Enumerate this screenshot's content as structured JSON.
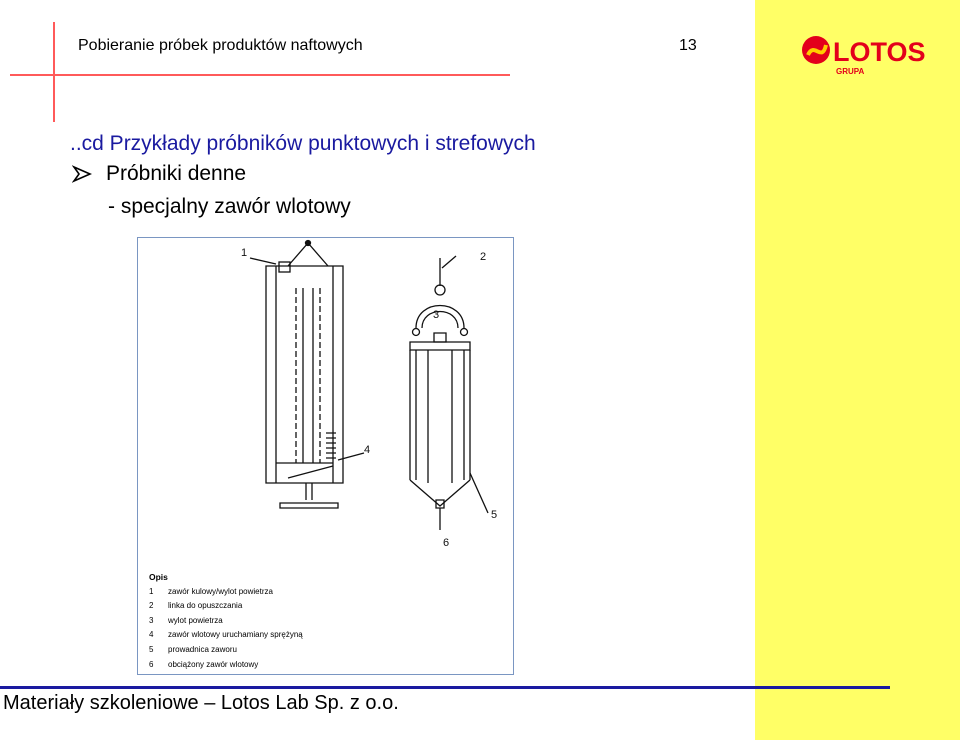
{
  "header": {
    "title": "Pobieranie próbek produktów naftowych",
    "page_number": "13"
  },
  "logo": {
    "text": "LOTOS",
    "subtext": "GRUPA",
    "color": "#e3001b",
    "accent": "#ffcc00"
  },
  "content": {
    "subtitle": "..cd Przykłady próbników punktowych i strefowych",
    "bullet": "Próbniki denne",
    "dash_line": "- specjalny zawór wlotowy"
  },
  "figure": {
    "callouts": [
      "1",
      "2",
      "3",
      "4",
      "5",
      "6"
    ],
    "legend_title": "Opis",
    "legend": [
      {
        "num": "1",
        "text": "zawór kulowy/wylot powietrza"
      },
      {
        "num": "2",
        "text": "linka do opuszczania"
      },
      {
        "num": "3",
        "text": "wylot powietrza"
      },
      {
        "num": "4",
        "text": "zawór wlotowy uruchamiany sprężyną"
      },
      {
        "num": "5",
        "text": "prowadnica zaworu"
      },
      {
        "num": "6",
        "text": "obciążony zawór wlotowy"
      }
    ]
  },
  "footer": {
    "text": "Materiały szkoleniowe – Lotos Lab Sp. z o.o."
  },
  "colors": {
    "yellow_band": "#ffff66",
    "red_rule": "#ff5a5a",
    "blue_text": "#1a1aa0",
    "figure_border": "#7a96c2"
  }
}
